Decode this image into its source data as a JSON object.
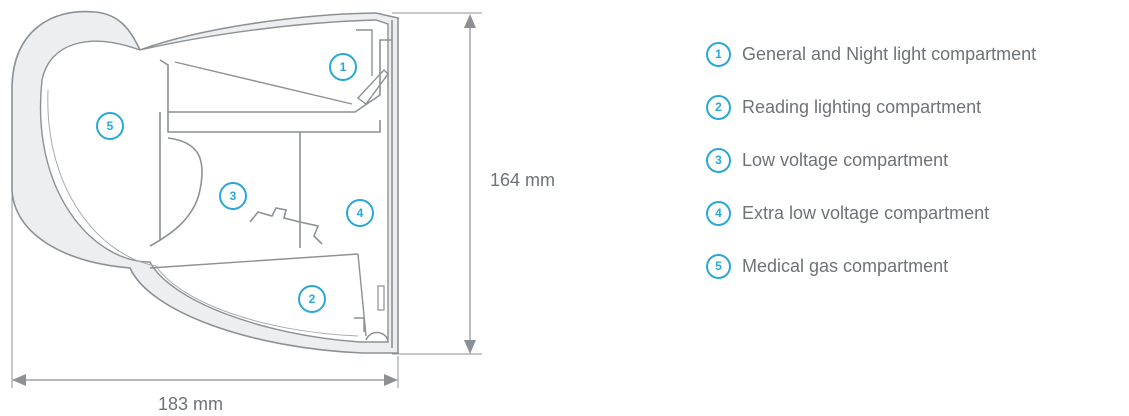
{
  "dimensions": {
    "height_label": "164 mm",
    "width_label": "183 mm"
  },
  "markers": [
    "1",
    "2",
    "3",
    "4",
    "5"
  ],
  "legend": [
    {
      "number": "1",
      "label": "General and Night light compartment"
    },
    {
      "number": "2",
      "label": "Reading lighting compartment"
    },
    {
      "number": "3",
      "label": "Low voltage compartment"
    },
    {
      "number": "4",
      "label": "Extra low voltage compartment"
    },
    {
      "number": "5",
      "label": "Medical gas compartment"
    }
  ],
  "colors": {
    "accent": "#29a8d8",
    "line": "#8c9196",
    "text": "#6e7378",
    "fill": "#eceeef"
  }
}
